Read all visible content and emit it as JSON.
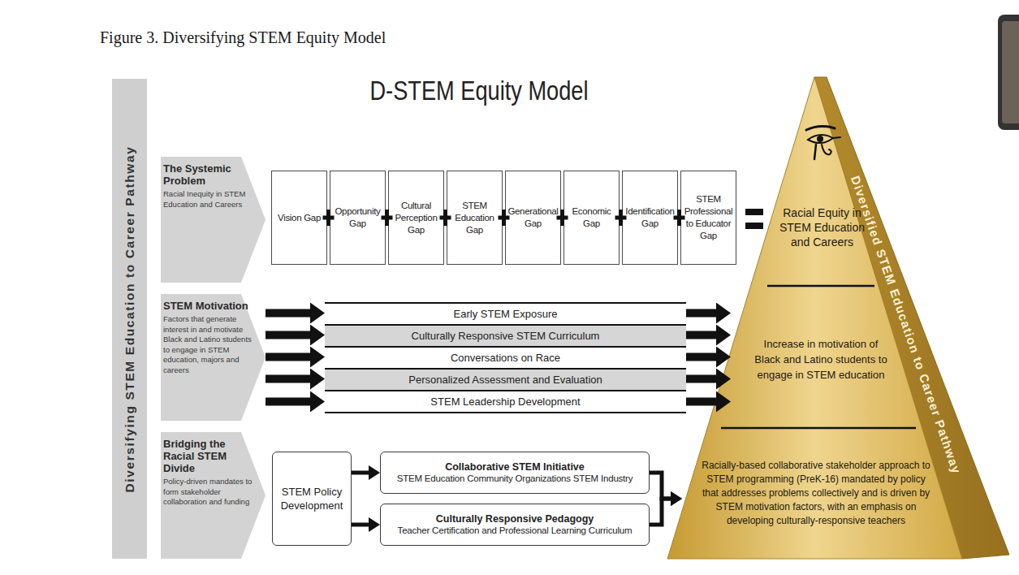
{
  "diagram": {
    "title": "D-STEM Equity Model",
    "caption": "Figure 3. Diversifying STEM Equity Model",
    "nodes": [
      {
        "text": [
          "Diversifying STEM Education to Career Pathway"
        ]
      },
      {
        "text": [
          "The Systemic Problem",
          "Racial Inequity in STEM Education and Careers"
        ]
      },
      {
        "text": [
          "Vision Gap"
        ]
      },
      {
        "text": [
          "Opportunity Gap"
        ]
      },
      {
        "text": [
          "Cultural Perception Gap"
        ]
      },
      {
        "text": [
          "STEM Education Gap"
        ]
      },
      {
        "text": [
          "Generational Gap"
        ]
      },
      {
        "text": [
          "Economic Gap"
        ]
      },
      {
        "text": [
          "Identification Gap"
        ]
      },
      {
        "text": [
          "STEM Professional to Educator Gap"
        ]
      },
      {
        "text": [
          "STEM Motivation",
          "Factors that generate interest in and motivate Black and Latino students to engage in STEM education, majors and careers"
        ]
      },
      {
        "text": [
          "Early STEM Exposure"
        ]
      },
      {
        "text": [
          "Culturally Responsive STEM Curriculum"
        ]
      },
      {
        "text": [
          "Conversations on Race"
        ]
      },
      {
        "text": [
          "Personalized Assessment and Evaluation"
        ]
      },
      {
        "text": [
          "STEM Leadership Development"
        ]
      },
      {
        "text": [
          "Bridging the Racial STEM Divide",
          "Policy-driven mandates to form stakeholder collaboration and funding"
        ]
      },
      {
        "text": [
          "STEM Policy Development"
        ]
      },
      {
        "text": [
          "Collaborative STEM Initiative",
          "STEM Education Community Organizations STEM Industry"
        ]
      },
      {
        "text": [
          "Culturally Responsive Pedagogy",
          "Teacher Certification and Professional Learning Curriculum"
        ]
      },
      {
        "text": [
          "Diversified STEM Education to Career Pathway"
        ]
      },
      {
        "text": [
          "Racial Equity in STEM Education and Careers"
        ],
        "in": 20
      },
      {
        "text": [
          "Increase in motivation of Black and Latino students to engage in STEM education"
        ],
        "in": 20
      },
      {
        "text": [
          "Racially-based collaborative stakeholder approach to STEM programming (PreK-16) mandated by policy that addresses problems collectively and is driven by STEM motivation factors, with an emphasis on developing culturally-responsive teachers"
        ],
        "in": 20
      }
    ],
    "edges": [
      {
        "from": 10,
        "to": 11,
        "arrow": "to"
      },
      {
        "from": 10,
        "to": 12,
        "arrow": "to"
      },
      {
        "from": 10,
        "to": 13,
        "arrow": "to"
      },
      {
        "from": 10,
        "to": 14,
        "arrow": "to"
      },
      {
        "from": 10,
        "to": 15,
        "arrow": "to"
      },
      {
        "from": 11,
        "to": 22,
        "arrow": "to"
      },
      {
        "from": 12,
        "to": 22,
        "arrow": "to"
      },
      {
        "from": 13,
        "to": 22,
        "arrow": "to"
      },
      {
        "from": 14,
        "to": 22,
        "arrow": "to"
      },
      {
        "from": 15,
        "to": 22,
        "arrow": "to"
      },
      {
        "from": 17,
        "to": 18,
        "arrow": "to"
      },
      {
        "from": 17,
        "to": 19,
        "arrow": "to"
      },
      {
        "from": 18,
        "to": 23,
        "arrow": "to"
      },
      {
        "from": 19,
        "to": 23,
        "arrow": "to"
      }
    ]
  }
}
